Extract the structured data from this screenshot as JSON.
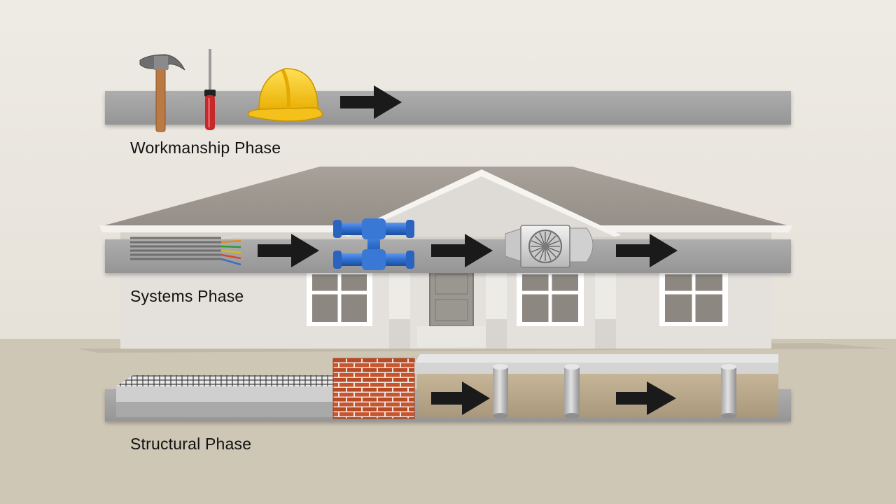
{
  "colors": {
    "background": "#e8e4dc",
    "ground": "#cfc7b6",
    "band": "#9e9e9e",
    "arrow": "#1a1a1a",
    "roof": "#a39c95",
    "wall": "#e4e1dc",
    "brick": "#c9552e",
    "pipe": "#2f6fd0",
    "helmet": "#f5c316",
    "soil": "#b9a78a"
  },
  "phases": [
    {
      "label": "Workmanship Phase",
      "icons": [
        "hammer-icon",
        "screwdriver-icon",
        "hard-hat-icon",
        "arrow-right-icon"
      ]
    },
    {
      "label": "Systems Phase",
      "icons": [
        "electrical-wires-icon",
        "arrow-right-icon",
        "plumbing-pipes-icon",
        "arrow-right-icon",
        "hvac-unit-icon",
        "arrow-right-icon"
      ]
    },
    {
      "label": "Structural Phase",
      "icons": [
        "rebar-slab-icon",
        "brick-wall-icon",
        "arrow-right-icon",
        "concrete-pier-icon",
        "concrete-pier-icon",
        "arrow-right-icon",
        "concrete-pier-icon"
      ]
    }
  ]
}
